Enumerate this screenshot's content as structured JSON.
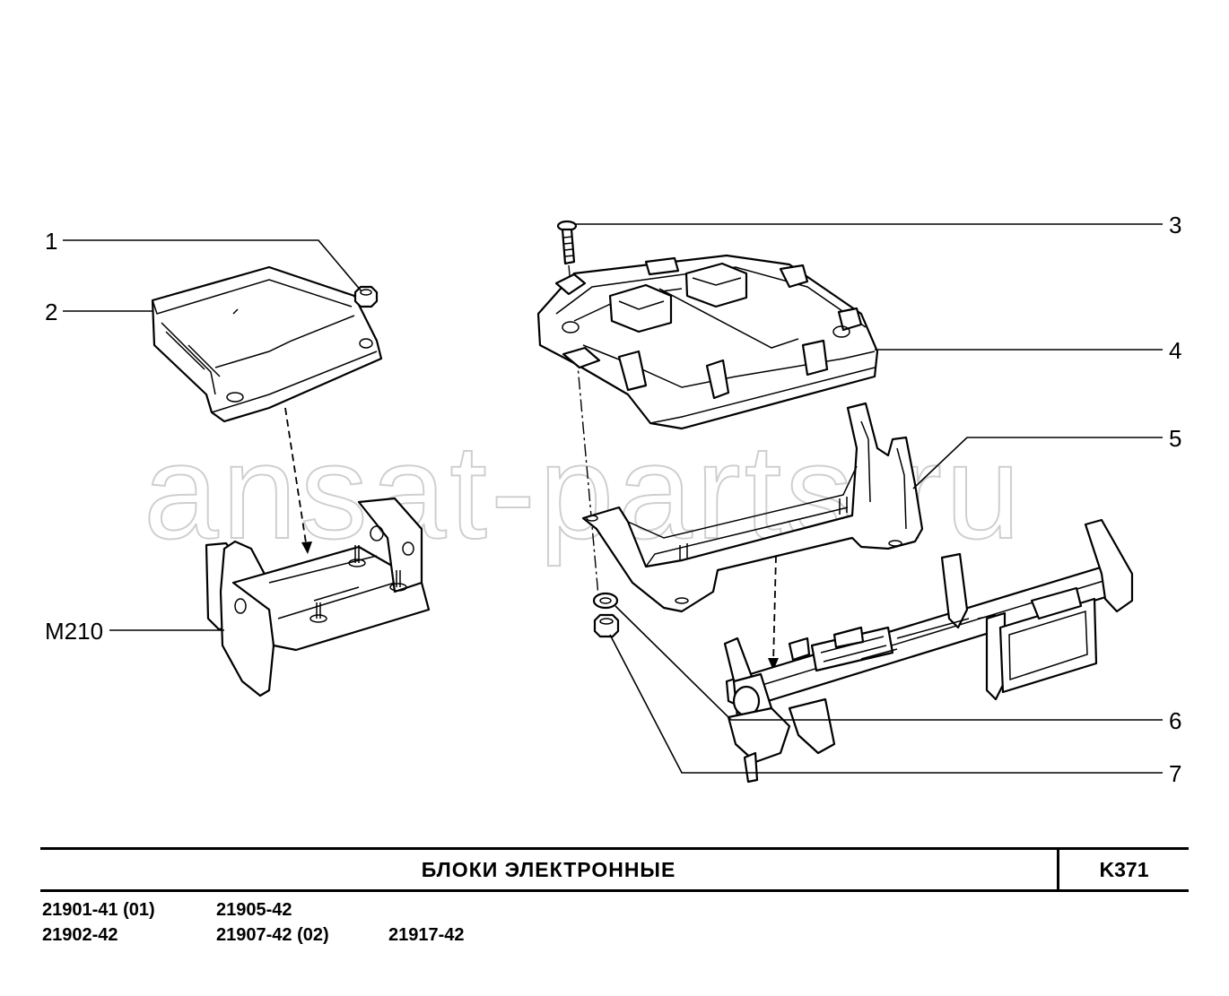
{
  "watermark": "ansat-parts.ru",
  "callouts": {
    "c1": "1",
    "c2": "2",
    "c3": "3",
    "c4": "4",
    "c5": "5",
    "c6": "6",
    "c7": "7",
    "cm210": "M210"
  },
  "title_block": {
    "title": "БЛОКИ  ЭЛЕКТРОННЫЕ",
    "sheet_code": "K371"
  },
  "models": {
    "m1": "21901-41 (01)",
    "m2": "21905-42",
    "m3": "21902-42",
    "m4": "21907-42 (02)",
    "m5": "21917-42"
  }
}
